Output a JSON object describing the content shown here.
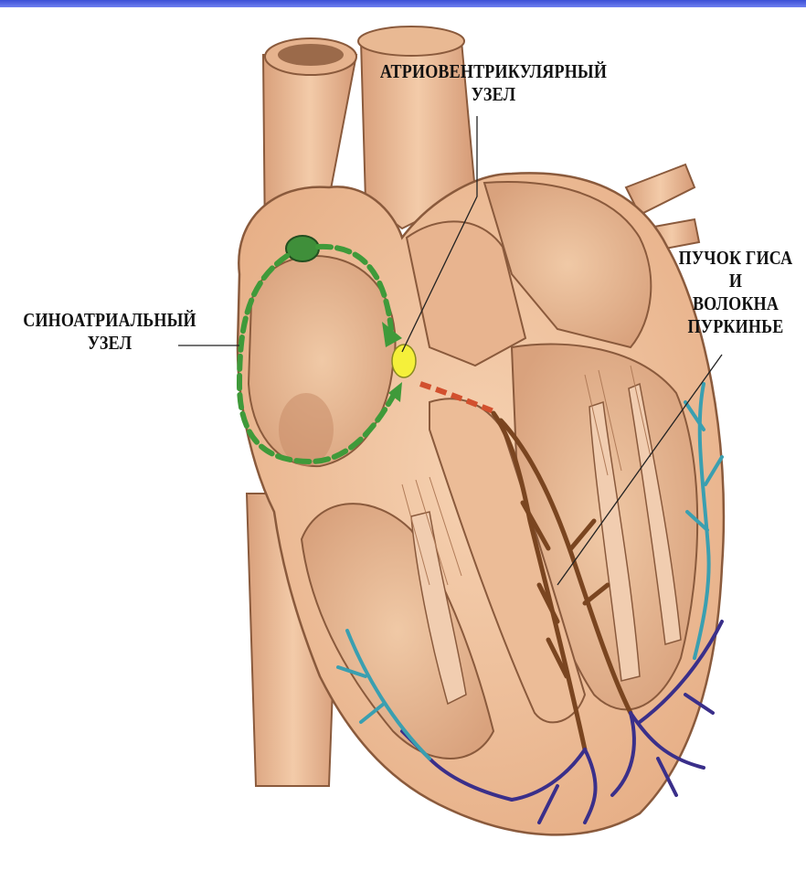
{
  "colors": {
    "top_bar": "#4a5ee0",
    "muscle": "#f2c49f",
    "muscle_shadow": "#c98f6a",
    "sa_node": "#3f8f3a",
    "av_node": "#f5f03a",
    "conduction_path_atrial": "#3f9a3a",
    "conduction_path_av": "#d2502e",
    "his_bundle": "#7a4520",
    "purkinje_fibers": "#3a2f8a",
    "purkinje_fibers_right": "#3a9fb0"
  },
  "labels": {
    "av_node": {
      "line1": "АТРИОВЕНТРИКУЛЯРНЫЙ",
      "line2": "УЗЕЛ"
    },
    "sa_node": {
      "line1": "СИНОАТРИАЛЬНЫЙ",
      "line2": "УЗЕЛ"
    },
    "his_purkinje": {
      "line1": "ПУЧОК ГИСА",
      "line2": "И",
      "line3": "ВОЛОКНА",
      "line4": "ПУРКИНЬЕ"
    }
  }
}
